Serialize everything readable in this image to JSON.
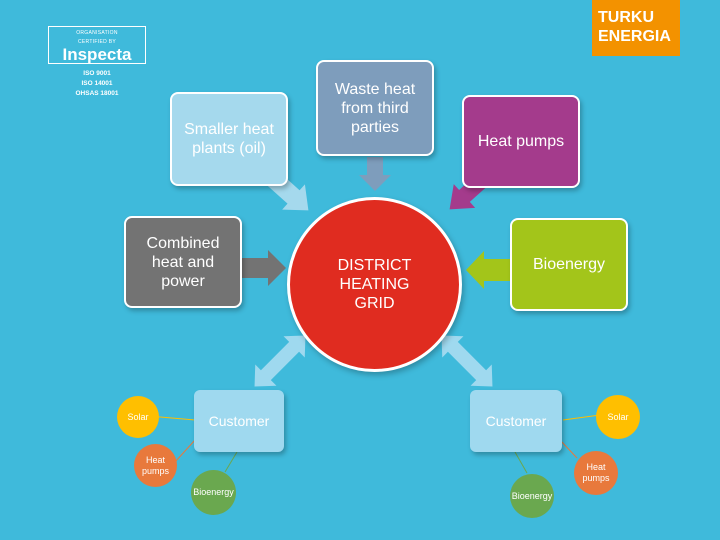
{
  "colors": {
    "background": "#3fbadb",
    "grid": "#e02c20",
    "combined": "#737373",
    "smaller": "#a5d9ed",
    "waste": "#7e9dbc",
    "pumps": "#a43b8c",
    "bio": "#a3c51a",
    "customer": "#9fd9ef",
    "solar": "#ffbf00",
    "heatpump_small": "#e8793c",
    "bioenergy_small": "#6aa84f",
    "turku": "#f39200"
  },
  "inspecta": {
    "org_line1": "ORGANISATION",
    "org_line2": "CERTIFIED BY",
    "logo": "Inspecta",
    "cert1": "ISO 9001",
    "cert2": "ISO 14001",
    "cert3": "OHSAS 18001"
  },
  "brand": {
    "line1": "TURKU",
    "line2": "ENERGIA"
  },
  "center": {
    "label": "DISTRICT HEATING GRID"
  },
  "sources": {
    "combined": "Combined heat and power",
    "smaller": "Smaller heat plants (oil)",
    "waste": "Waste heat from third parties",
    "pumps": "Heat pumps",
    "bio": "Bioenergy"
  },
  "customers": {
    "left": {
      "label": "Customer",
      "solar": "Solar",
      "heatpumps": "Heat pumps",
      "bioenergy": "Bioenergy"
    },
    "right": {
      "label": "Customer",
      "solar": "Solar",
      "heatpumps": "Heat pumps",
      "bioenergy": "Bioenergy"
    }
  }
}
